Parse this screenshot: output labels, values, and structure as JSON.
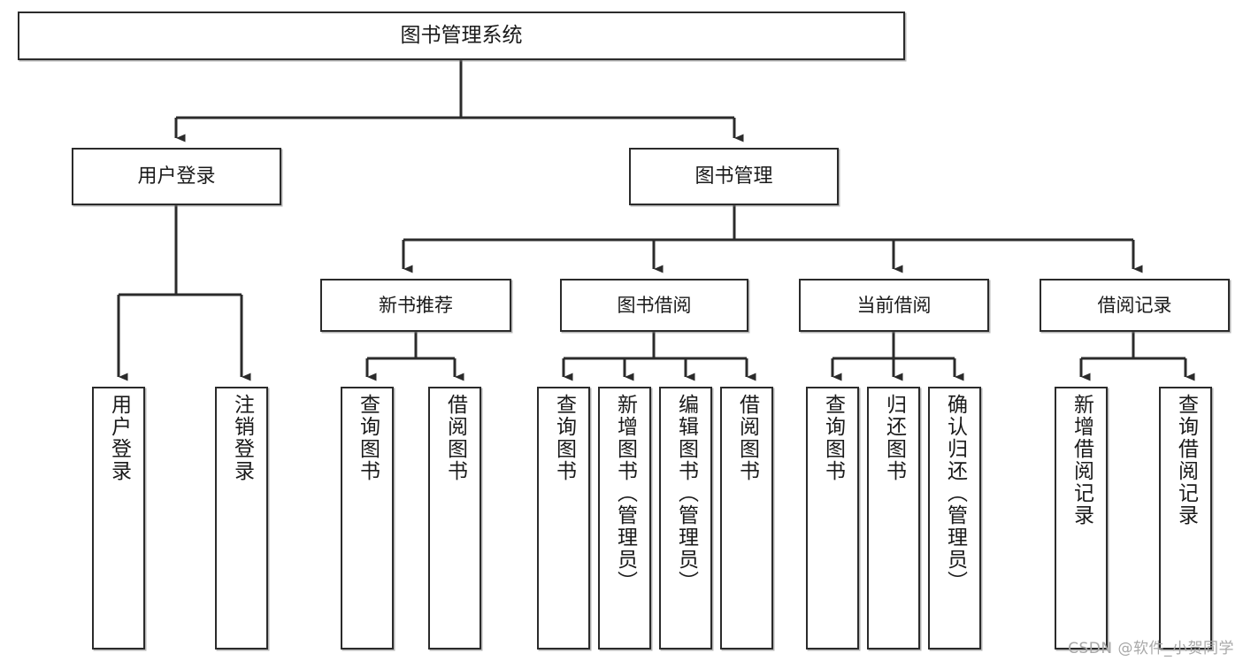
{
  "diagram": {
    "type": "tree-hierarchy",
    "title": "图书管理系统",
    "watermark": "CSDN @软件_小贺同学",
    "colors": {
      "box_border": "#2b2b2b",
      "box_fill": "#ffffff",
      "connector": "#2b2b2b",
      "text": "#1a1a1a",
      "watermark": "#a8a8a8",
      "background": "#ffffff"
    },
    "nodes": {
      "root": {
        "label": "图书管理系统",
        "level": 0
      },
      "user_login": {
        "label": "用户登录",
        "level": 1
      },
      "book_manage": {
        "label": "图书管理",
        "level": 1
      },
      "new_book_rec": {
        "label": "新书推荐",
        "level": 2
      },
      "book_borrow": {
        "label": "图书借阅",
        "level": 2
      },
      "current_borrow": {
        "label": "当前借阅",
        "level": 2
      },
      "borrow_record": {
        "label": "借阅记录",
        "level": 2
      },
      "leaf_user_login": {
        "label": "用户登录",
        "level": 3
      },
      "leaf_logout": {
        "label": "注销登录",
        "level": 3
      },
      "leaf_query_book_1": {
        "label": "查询图书",
        "level": 3
      },
      "leaf_borrow_book_1": {
        "label": "借阅图书",
        "level": 3
      },
      "leaf_query_book_2": {
        "label": "查询图书",
        "level": 3
      },
      "leaf_add_book": {
        "label": "新增图书（管理员）",
        "level": 3
      },
      "leaf_edit_book": {
        "label": "编辑图书（管理员）",
        "level": 3
      },
      "leaf_borrow_book_2": {
        "label": "借阅图书",
        "level": 3
      },
      "leaf_query_book_3": {
        "label": "查询图书",
        "level": 3
      },
      "leaf_return_book": {
        "label": "归还图书",
        "level": 3
      },
      "leaf_confirm_return": {
        "label": "确认归还（管理员）",
        "level": 3
      },
      "leaf_add_record": {
        "label": "新增借阅记录",
        "level": 3
      },
      "leaf_query_record": {
        "label": "查询借阅记录",
        "level": 3
      }
    },
    "edges": [
      {
        "from": "root",
        "to": "user_login"
      },
      {
        "from": "root",
        "to": "book_manage"
      },
      {
        "from": "user_login",
        "to": "leaf_user_login"
      },
      {
        "from": "user_login",
        "to": "leaf_logout"
      },
      {
        "from": "book_manage",
        "to": "new_book_rec"
      },
      {
        "from": "book_manage",
        "to": "book_borrow"
      },
      {
        "from": "book_manage",
        "to": "current_borrow"
      },
      {
        "from": "book_manage",
        "to": "borrow_record"
      },
      {
        "from": "new_book_rec",
        "to": "leaf_query_book_1"
      },
      {
        "from": "new_book_rec",
        "to": "leaf_borrow_book_1"
      },
      {
        "from": "book_borrow",
        "to": "leaf_query_book_2"
      },
      {
        "from": "book_borrow",
        "to": "leaf_add_book"
      },
      {
        "from": "book_borrow",
        "to": "leaf_edit_book"
      },
      {
        "from": "book_borrow",
        "to": "leaf_borrow_book_2"
      },
      {
        "from": "current_borrow",
        "to": "leaf_query_book_3"
      },
      {
        "from": "current_borrow",
        "to": "leaf_return_book"
      },
      {
        "from": "current_borrow",
        "to": "leaf_confirm_return"
      },
      {
        "from": "borrow_record",
        "to": "leaf_add_record"
      },
      {
        "from": "borrow_record",
        "to": "leaf_query_record"
      }
    ]
  }
}
